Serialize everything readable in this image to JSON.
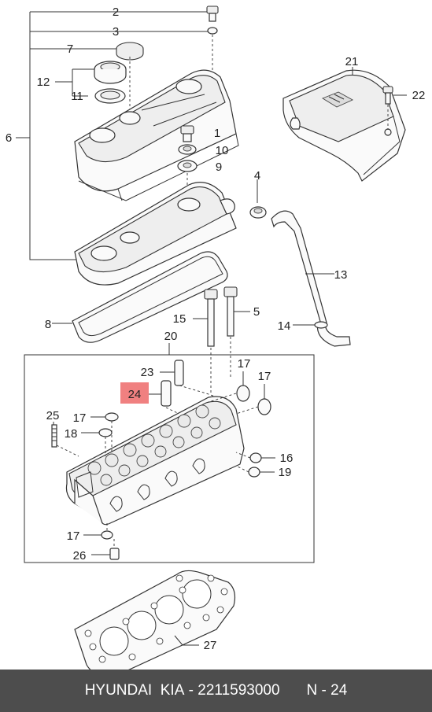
{
  "callouts": {
    "c1": "1",
    "c2": "2",
    "c3": "3",
    "c4": "4",
    "c5": "5",
    "c6": "6",
    "c7": "7",
    "c8": "8",
    "c9": "9",
    "c10": "10",
    "c11": "11",
    "c12": "12",
    "c13": "13",
    "c14": "14",
    "c15": "15",
    "c16": "16",
    "c17a": "17",
    "c17b": "17",
    "c17c": "17",
    "c17d": "17",
    "c18": "18",
    "c19": "19",
    "c20": "20",
    "c21": "21",
    "c22": "22",
    "c23": "23",
    "c24": "24",
    "c25": "25",
    "c26": "26",
    "c27": "27"
  },
  "highlight_color": "#f08080",
  "footer": {
    "brand": "HYUNDAI  KIA",
    "separator": " - ",
    "part_number": "2211593000",
    "page": "N - 24"
  }
}
